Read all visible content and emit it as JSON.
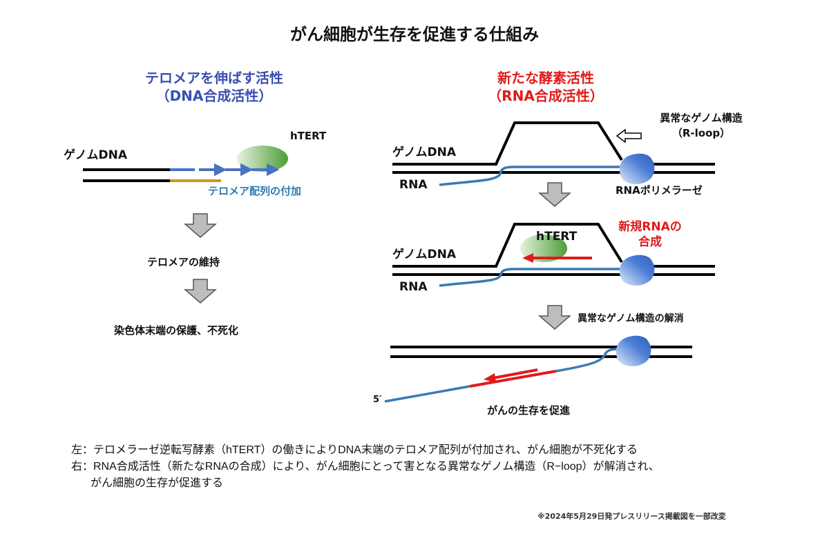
{
  "title": "がん細胞が生存を促進する仕組み",
  "left_panel": {
    "heading_line1": "テロメアを伸ばす活性",
    "heading_line2": "（DNA合成活性）",
    "genome_label": "ゲノムDNA",
    "enzyme_label": "hTERT",
    "telomere_add_label": "テロメア配列の付加",
    "step1": "テロメアの維持",
    "step2": "染色体末端の保護、不死化"
  },
  "right_panel": {
    "heading_line1": "新たな酵素活性",
    "heading_line2": "（RNA合成活性）",
    "rloop_label_line1": "異常なゲノム構造",
    "rloop_label_line2": "（R-loop）",
    "genome_label_1": "ゲノムDNA",
    "rna_label_1": "RNA",
    "polymerase_label": "RNAポリメラーゼ",
    "genome_label_2": "ゲノムDNA",
    "rna_label_2": "RNA",
    "enzyme_label": "hTERT",
    "new_rna_line1": "新規RNAの",
    "new_rna_line2": "合成",
    "resolve_label": "異常なゲノム構造の解消",
    "five_prime": "5′",
    "result": "がんの生存を促進"
  },
  "captions": {
    "left": "左：テロメラーゼ逆転写酵素（hTERT）の働きによりDNA末端のテロメア配列が付加され、がん細胞が不死化する",
    "right_line1": "右：RNA合成活性（新たなRNAの合成）により、がん細胞にとって害となる異常なゲノム構造（R−loop）が解消され、",
    "right_line2": "がん細胞の生存が促進する"
  },
  "footnote": "※2024年5月29日発プレスリリース掲載図を一部改変",
  "colors": {
    "heading_left": "#3a4fb0",
    "heading_right": "#e01b1b",
    "dna": "#000000",
    "rna": "#3a7ab5",
    "telomere_new_strand": "#4a72c4",
    "telomere_template": "#c49a1a",
    "htert": "#5aa640",
    "polymerase": "#3b6fc9",
    "new_rna": "#e01b1b",
    "arrow_gray": "#bdbdbd"
  }
}
